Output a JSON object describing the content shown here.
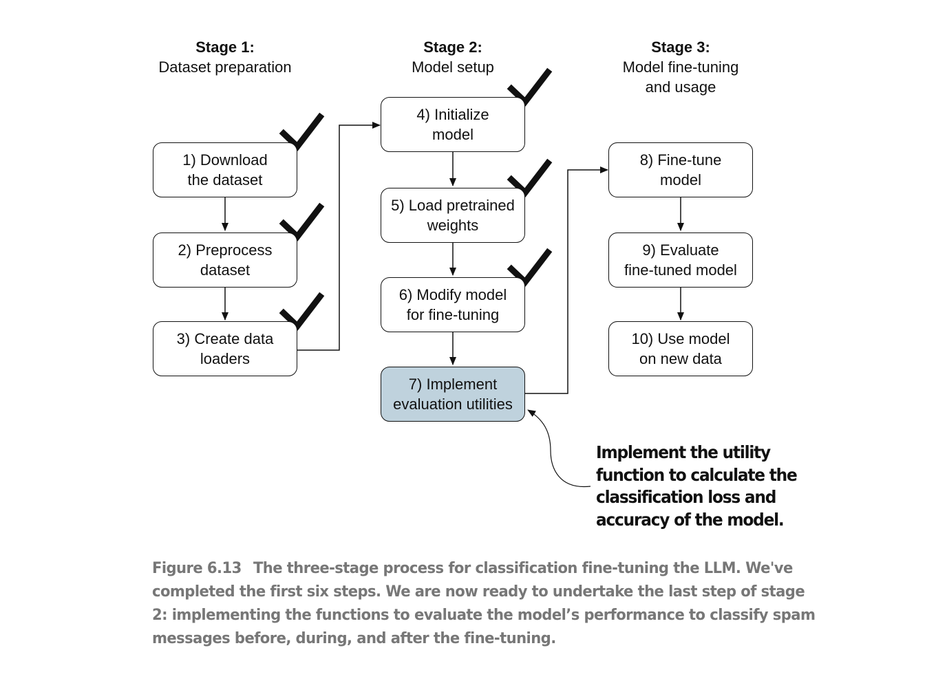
{
  "stages": [
    {
      "title": "Stage 1:",
      "subtitle": "Dataset preparation"
    },
    {
      "title": "Stage 2:",
      "subtitle": "Model setup"
    },
    {
      "title": "Stage 3:",
      "subtitle": "Model fine-tuning\nand usage"
    }
  ],
  "steps": [
    {
      "label": "1) Download\nthe dataset",
      "completed": true
    },
    {
      "label": "2) Preprocess\ndataset",
      "completed": true
    },
    {
      "label": "3) Create data\nloaders",
      "completed": true
    },
    {
      "label": "4) Initialize\nmodel",
      "completed": true
    },
    {
      "label": "5) Load pretrained\nweights",
      "completed": true
    },
    {
      "label": "6) Modify model\nfor fine-tuning",
      "completed": true
    },
    {
      "label": "7) Implement\nevaluation utilities",
      "completed": false,
      "highlighted": true
    },
    {
      "label": "8) Fine-tune\nmodel",
      "completed": false
    },
    {
      "label": "9) Evaluate\nfine-tuned model",
      "completed": false
    },
    {
      "label": "10) Use model\non new data",
      "completed": false
    }
  ],
  "callout": "Implement the utility function to calculate the classification loss and accuracy of the model.",
  "caption": {
    "figure_label": "Figure 6.13",
    "text": "The three-stage process for classification fine-tuning the LLM. We've completed the first six steps. We are now ready to undertake the last step of stage 2: implementing the functions to evaluate the model’s performance to classify spam messages before, during, and after the fine-tuning."
  },
  "colors": {
    "highlight_fill": "#bfd2dd",
    "caption_text": "#777777",
    "line": "#111111"
  },
  "icons": [
    "check-mark-icon",
    "arrow-icon"
  ]
}
